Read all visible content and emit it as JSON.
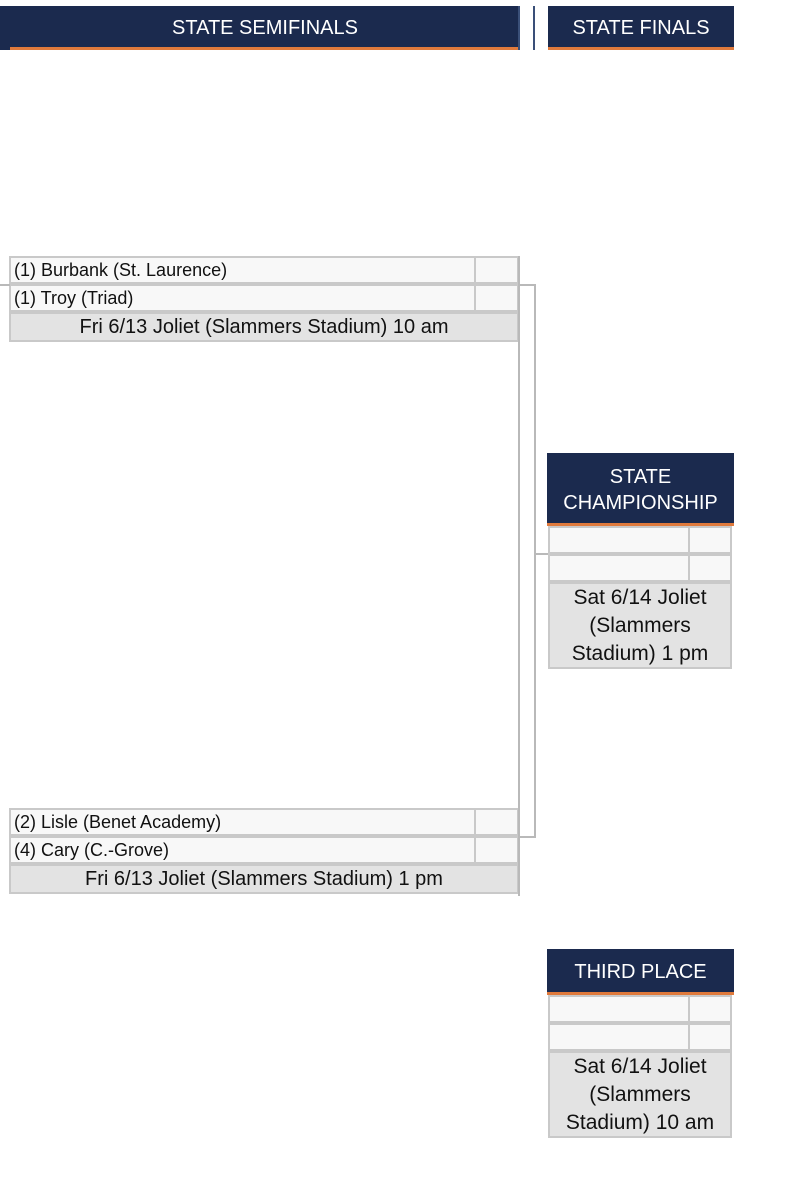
{
  "header": {
    "semifinals_label": "STATE SEMIFINALS",
    "finals_label": "STATE FINALS"
  },
  "semifinals": [
    {
      "teams": [
        {
          "name": "(1) Burbank (St. Laurence)",
          "score": ""
        },
        {
          "name": "(1) Troy (Triad)",
          "score": ""
        }
      ],
      "info": "Fri 6/13 Joliet (Slammers Stadium) 10 am"
    },
    {
      "teams": [
        {
          "name": "(2) Lisle (Benet Academy)",
          "score": ""
        },
        {
          "name": "(4) Cary (C.-Grove)",
          "score": ""
        }
      ],
      "info": "Fri 6/13 Joliet (Slammers Stadium) 1 pm"
    }
  ],
  "championship": {
    "title": "STATE CHAMPIONSHIP",
    "teams": [
      {
        "name": "",
        "score": ""
      },
      {
        "name": "",
        "score": ""
      }
    ],
    "info": "Sat 6/14 Joliet (Slammers Stadium) 1 pm"
  },
  "third_place": {
    "title": "THIRD PLACE",
    "teams": [
      {
        "name": "",
        "score": ""
      },
      {
        "name": "",
        "score": ""
      }
    ],
    "info": "Sat 6/14 Joliet (Slammers Stadium) 10 am"
  },
  "colors": {
    "header_bg": "#1b2a4e",
    "accent": "#e07a3c",
    "cell_border": "#c9c9c9",
    "info_bg": "#e3e3e3",
    "line": "#b9b9b9"
  }
}
